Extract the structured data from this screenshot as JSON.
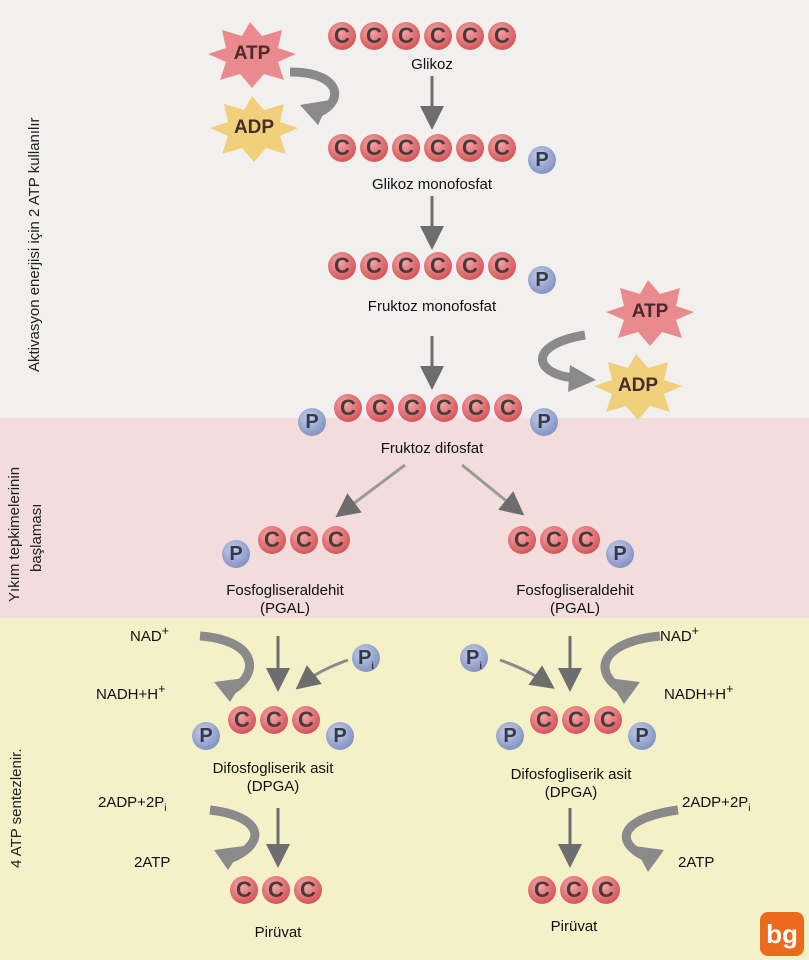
{
  "side_labels": {
    "activation": "Aktivasyon enerjisi için 2 ATP kullanılır",
    "breakdown_line1": "Yıkım tepkimelerinin",
    "breakdown_line2": "başlaması",
    "synthesis": "4 ATP sentezlenir."
  },
  "molecules": {
    "glucose": "Glikoz",
    "glucose_monophosphate": "Glikoz monofosfat",
    "fructose_monophosphate": "Fruktoz monofosfat",
    "fructose_diphosphate": "Fruktoz difosfat",
    "pgal_name": "Fosfogliseraldehit",
    "pgal_abbr": "(PGAL)",
    "dpga_name": "Difosfogliserik asit",
    "dpga_abbr": "(DPGA)",
    "pyruvate": "Pirüvat"
  },
  "bead_letters": {
    "carbon": "C",
    "phosphate": "P",
    "inorganic_phosphate": "P",
    "inorganic_sub": "i"
  },
  "energy": {
    "atp": "ATP",
    "adp": "ADP",
    "nad": "NAD",
    "nad_sup": "+",
    "nadh": "NADH+H",
    "nadh_sup": "+",
    "adp_pi": "2ADP+2P",
    "adp_pi_sub": "i",
    "two_atp": "2ATP"
  },
  "colors": {
    "carbon_bead": "#d8595e",
    "phosphate_bead": "#8796c4",
    "atp_star": "#e98a8e",
    "adp_star": "#f0d07a",
    "pink_band": "#f2dcdc",
    "yellow_band": "#f4f1c9",
    "arrow": "#777777",
    "logo": "#ec6a1e"
  },
  "logo": "bg"
}
